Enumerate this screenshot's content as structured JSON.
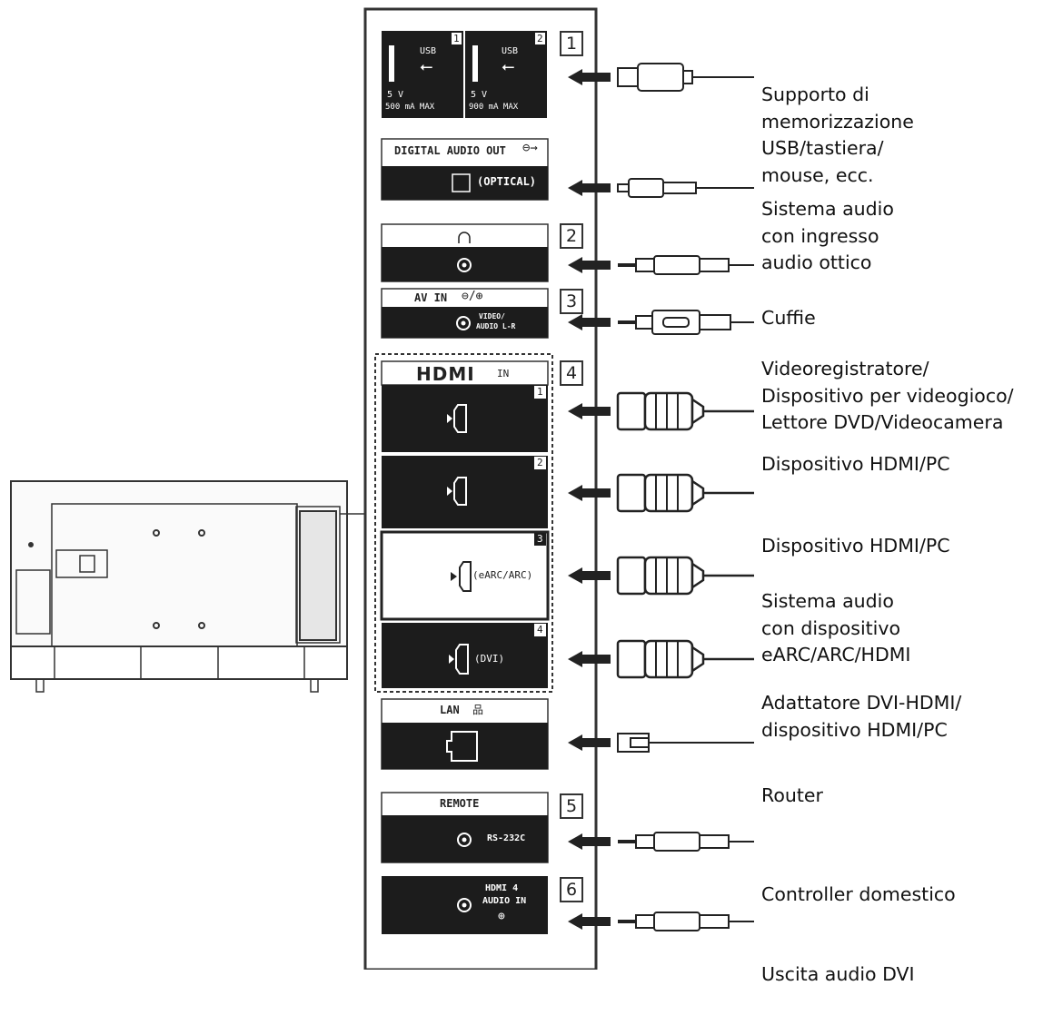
{
  "labels": [
    {
      "lines": [
        "Supporto di",
        "memorizzazione",
        "USB/tastiera/",
        "mouse, ecc."
      ]
    },
    {
      "lines": [
        "Sistema audio",
        "con ingresso",
        "audio ottico"
      ]
    },
    {
      "lines": [
        "Cuffie"
      ]
    },
    {
      "lines": [
        "Videoregistratore/",
        "Dispositivo per videogioco/",
        "Lettore DVD/Videocamera"
      ]
    },
    {
      "lines": [
        "Dispositivo HDMI/PC"
      ]
    },
    {
      "lines": [
        "Dispositivo HDMI/PC"
      ]
    },
    {
      "lines": [
        "Sistema audio",
        "con dispositivo",
        "eARC/ARC/HDMI"
      ]
    },
    {
      "lines": [
        "Adattatore DVI-HDMI/",
        "dispositivo HDMI/PC"
      ]
    },
    {
      "lines": [
        "Router"
      ]
    },
    {
      "lines": [
        "Controller domestico"
      ]
    },
    {
      "lines": [
        "Uscita audio DVI"
      ]
    }
  ],
  "numbers": [
    "1",
    "2",
    "3",
    "4",
    "5",
    "6"
  ],
  "ports": {
    "usb_title": "USB",
    "usb1_index": "1",
    "usb2_index": "2",
    "usb_voltage": "5 V",
    "usb1_current": "500 mA MAX",
    "usb2_current": "900 mA MAX",
    "optical_title": "DIGITAL AUDIO OUT",
    "optical_sub": "(OPTICAL)",
    "av_title": "AV IN",
    "av_sub1": "VIDEO/",
    "av_sub2": "AUDIO L-R",
    "hdmi_logo": "HDMI",
    "hdmi_in": "IN",
    "hdmi_index": [
      "1",
      "2",
      "3",
      "4"
    ],
    "hdmi3_label": "(eARC/ARC)",
    "hdmi4_label": "(DVI)",
    "lan_title": "LAN",
    "remote_title": "REMOTE",
    "remote_sub": "RS-232C",
    "hdmi4_audio_line1": "HDMI 4",
    "hdmi4_audio_line2": "AUDIO IN"
  }
}
